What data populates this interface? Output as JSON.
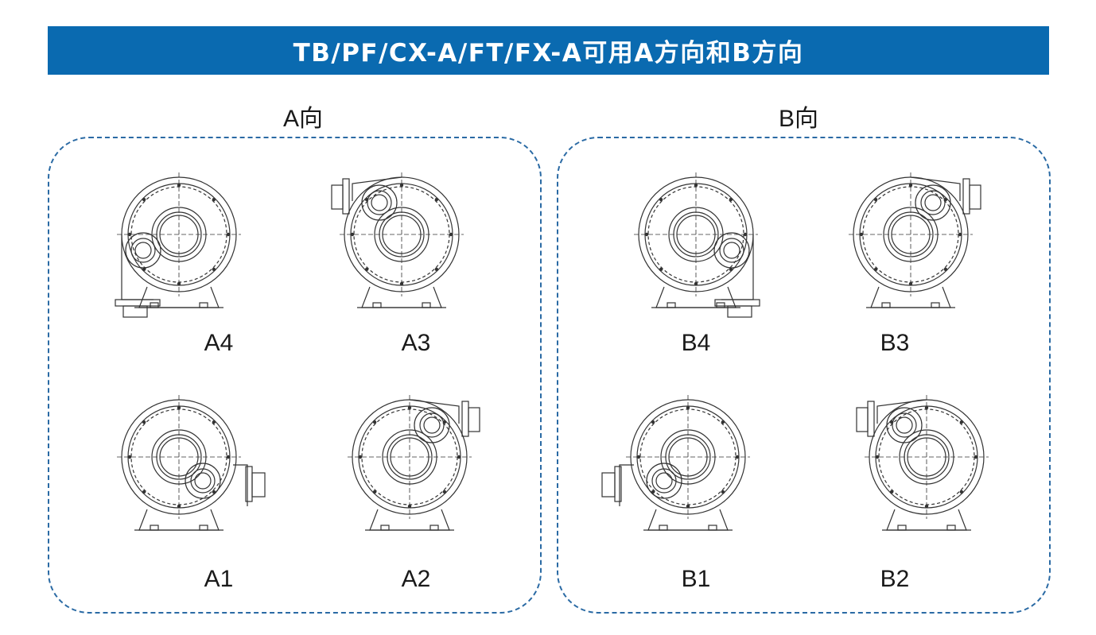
{
  "header": {
    "title": "TB/PF/CX-A/FT/FX-A可用A方向和B方向",
    "color": "#0a6ab0"
  },
  "groups": [
    {
      "title": "A向",
      "items": [
        {
          "label": "A4",
          "outlet": "bottom-left"
        },
        {
          "label": "A3",
          "outlet": "top-left"
        },
        {
          "label": "A1",
          "outlet": "right-lower"
        },
        {
          "label": "A2",
          "outlet": "top-right"
        }
      ]
    },
    {
      "title": "B向",
      "items": [
        {
          "label": "B4",
          "outlet": "bottom-right"
        },
        {
          "label": "B3",
          "outlet": "top-right"
        },
        {
          "label": "B1",
          "outlet": "left-lower"
        },
        {
          "label": "B2",
          "outlet": "top-left"
        }
      ]
    }
  ],
  "panel_border_color": "#2a6aa4"
}
